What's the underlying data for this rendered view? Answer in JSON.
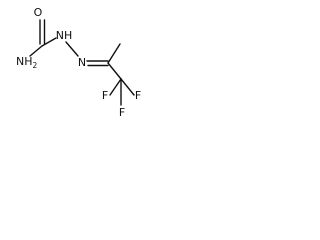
{
  "molecule": {
    "atoms": {
      "o": "O",
      "nh_top": "NH",
      "n_mid": "N",
      "nh2": "NH",
      "nh2_sub": "2",
      "f1": "F",
      "f2": "F",
      "f3": "F"
    },
    "colors": {
      "ink": "#111111",
      "background": "#ffffff"
    }
  }
}
